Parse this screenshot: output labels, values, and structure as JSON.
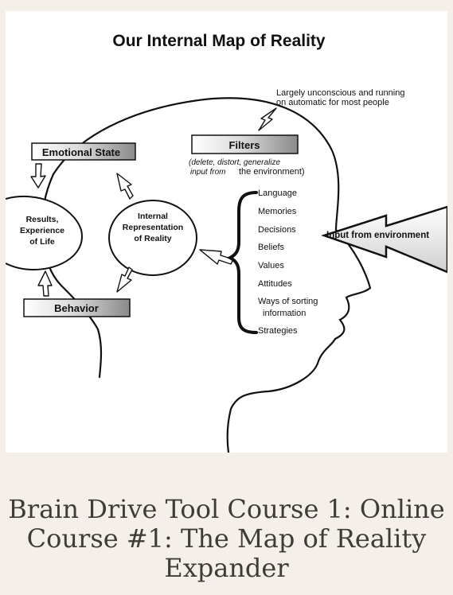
{
  "diagram": {
    "title": "Our Internal Map of Reality",
    "note_lines": [
      "Largely unconscious and running",
      "on automatic for most people"
    ],
    "filters_label": "Filters",
    "filters_sub_italic": "(delete, distort, generalize",
    "filters_sub_line2_italic": "input from",
    "filters_sub_line2_plain": "the environment)",
    "emotional_state_label": "Emotional State",
    "behavior_label": "Behavior",
    "results_lines": [
      "Results,",
      "Experience",
      "of Life"
    ],
    "internal_lines": [
      "Internal",
      "Representation",
      "of Reality"
    ],
    "filter_items": [
      "Language",
      "Memories",
      "Decisions",
      "Beliefs",
      "Values",
      "Attitudes",
      "Ways of sorting",
      "information",
      "Strategies"
    ],
    "input_label": "Input from environment",
    "colors": {
      "box_gradient_start": "#ffffff",
      "box_gradient_end": "#8f8f8f",
      "line": "#111111"
    }
  },
  "caption": {
    "lines": [
      "Brain Drive Tool Course 1: Online",
      "Course #1: The Map of Reality",
      "Expander"
    ]
  }
}
